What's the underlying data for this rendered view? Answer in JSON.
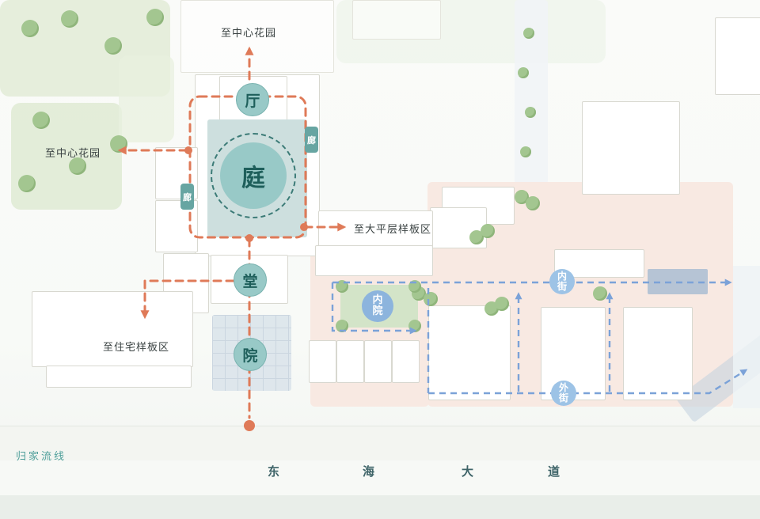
{
  "colors": {
    "route_orange": "#df7a58",
    "node_teal_fill": "#98c9c7",
    "node_teal_text": "#1e5f5b",
    "corridor_tag_bg": "#67a5a2",
    "street_blue": "#7ba2d8",
    "street_node_fill": "#9dc3e6",
    "pink_zone": "#f8e9e2",
    "road_label_text": "#3e6468",
    "home_route_text": "#4f9f9a"
  },
  "plan": {
    "nodes": {
      "front_hall": "厅",
      "central_court": "庭",
      "main_hall": "堂",
      "yard": "院",
      "corridor_east": "廊",
      "corridor_west": "廊"
    },
    "streets": {
      "inner_court": "内院",
      "inner_street": "内街",
      "outer_street": "外街"
    },
    "route_labels": {
      "to_central_garden_top": "至中心花园",
      "to_central_garden_west": "至中心花园",
      "to_flat_floor_model_area": "至大平层样板区",
      "to_residential_model_area": "至住宅样板区"
    }
  },
  "footer": {
    "home_route_label": "归家流线",
    "road_name_chars": [
      "东",
      "海",
      "大",
      "道"
    ]
  }
}
